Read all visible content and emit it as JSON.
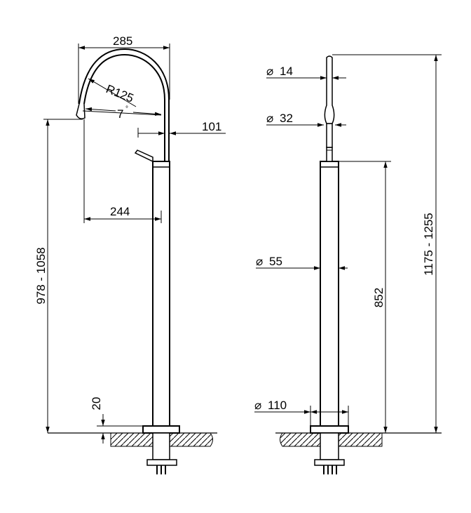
{
  "drawing": {
    "side_view": {
      "spout_span": "285",
      "bend_radius": "R125",
      "spout_angle": "7",
      "degree_mark": "°",
      "spout_reach": "101",
      "body_offset": "244",
      "outlet_height": "978 - 1058",
      "flange_height": "20"
    },
    "front_view": {
      "spout_tip_diameter": "14",
      "outlet_diameter": "32",
      "column_diameter": "55",
      "base_diameter": "110",
      "column_height": "852",
      "total_height": "1175 - 1255",
      "diameter_symbol": "⌀"
    }
  }
}
